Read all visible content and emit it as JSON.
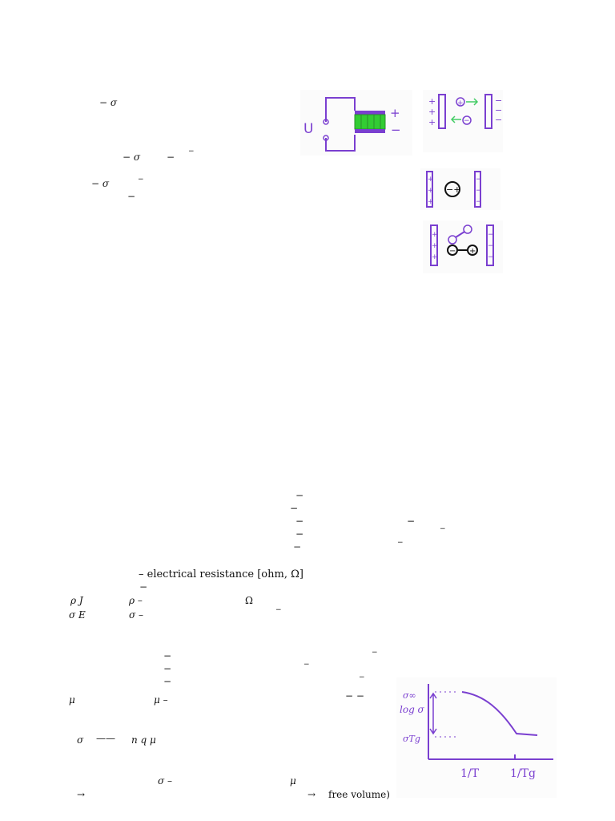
{
  "page": {
    "background": "#ffffff"
  },
  "colors": {
    "ink": "#111111",
    "purple": "#7a3fd0",
    "green": "#33cc33",
    "green_arrow": "#44cc66"
  },
  "text": {
    "f1": "− σ",
    "f2a": "− σ",
    "f2b": "− ",
    "f2c": "−",
    "f3a": "− σ",
    "f3b": "−",
    "f3c": "−",
    "d1": "−",
    "d2": "−",
    "d3": "−",
    "d3b": "−",
    "d4": "−",
    "d4b": "−",
    "d5": "−",
    "d5b": "−",
    "res_label": "– electrical resistance [ohm, Ω]",
    "res_dash": "−",
    "rho_j": "ρ J",
    "rho_dash": "ρ –",
    "omega": "Ω",
    "sigma_e": "σ E",
    "sigma_dash": "σ –",
    "sigma_dash_small": "−",
    "e1": "−",
    "e1b": "−",
    "e2": "−",
    "e2b": "−",
    "e3": "−",
    "e3b": "−",
    "mu": "μ",
    "mu_dash": "μ  –",
    "mu_pair": "−  −",
    "sigma_eq": "σ",
    "frac_line": "——",
    "nqmu": "n q μ",
    "sigma_dash2": "σ –",
    "mu2": "μ",
    "arrow1": "→",
    "arrow2": "→",
    "free_volume": "free volume)"
  },
  "figures": {
    "capacitor": {
      "voltage_label": "U",
      "plus": "+",
      "minus": "−"
    },
    "polarization": {
      "plate_left_sign": "+",
      "plate_right_sign": "−",
      "cation": "⊕",
      "anion": "⊖"
    },
    "dipole": {
      "charge_pair": "−+"
    },
    "plot": {
      "y_label": "log σ",
      "y_top": "σ∞",
      "y_bottom": "σTg",
      "x_label_1": "1/T",
      "x_label_2": "1/Tg"
    }
  }
}
